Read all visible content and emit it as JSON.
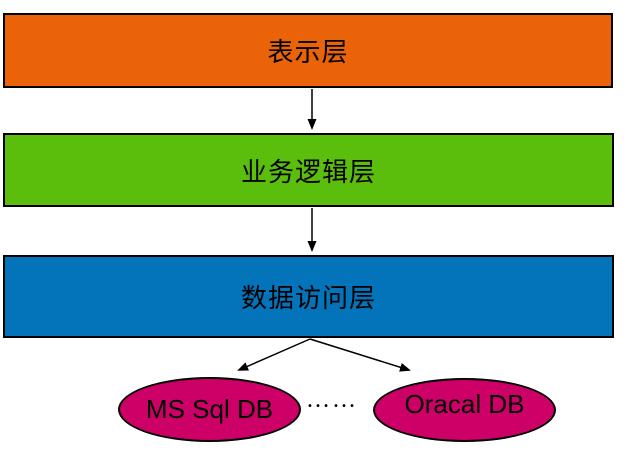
{
  "diagram": {
    "title_note": "three-tier architecture diagram",
    "layers": [
      {
        "label": "表示层",
        "color": "#EB6309"
      },
      {
        "label": "业务逻辑层",
        "color": "#5CBE0C"
      },
      {
        "label": "数据访问层",
        "color": "#0474BA"
      }
    ],
    "databases": [
      {
        "label": "MS Sql DB",
        "color": "#CC0066"
      },
      {
        "label": "Oracal DB",
        "color": "#CC0066"
      }
    ],
    "ellipsis": "……",
    "colors": {
      "border": "#000000",
      "arrow": "#000000",
      "background": "#FFFFFF"
    }
  }
}
